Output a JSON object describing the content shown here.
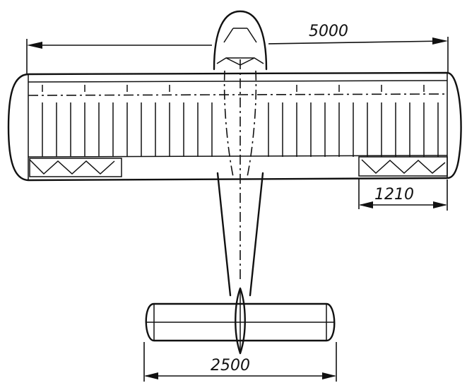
{
  "dimensions": {
    "wingspan": "5000",
    "aileron_span": "1210",
    "tail_span": "2500"
  }
}
